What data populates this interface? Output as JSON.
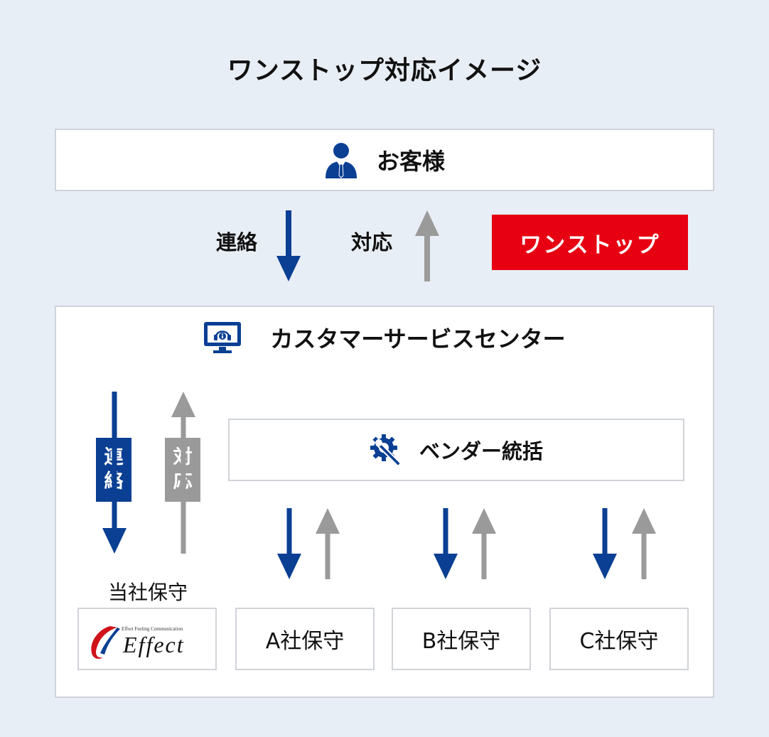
{
  "title": "ワンストップ対応イメージ",
  "customer": {
    "label": "お客様",
    "icon": "person-icon"
  },
  "top_flow": {
    "contact_label": "連絡",
    "response_label": "対応",
    "badge": "ワンストップ"
  },
  "service_center": {
    "label": "カスタマーサービスセンター",
    "icon": "support-monitor-icon"
  },
  "left_flow": {
    "contact_chars": [
      "連",
      "絡"
    ],
    "response_chars": [
      "対",
      "応"
    ]
  },
  "vendor_management": {
    "label": "ベンダー統括",
    "icon": "gear-wrench-icon"
  },
  "in_house": {
    "caption": "当社保守",
    "logo_tagline": "Effort Feeling Communication",
    "logo_word": "Effect"
  },
  "vendors": [
    {
      "label": "A社保守"
    },
    {
      "label": "B社保守"
    },
    {
      "label": "C社保守"
    }
  ],
  "colors": {
    "blue": "#0a3f93",
    "gray": "#9a9a9a",
    "red": "#e60012",
    "background": "#e8eef6",
    "border": "#d0d3d8"
  }
}
